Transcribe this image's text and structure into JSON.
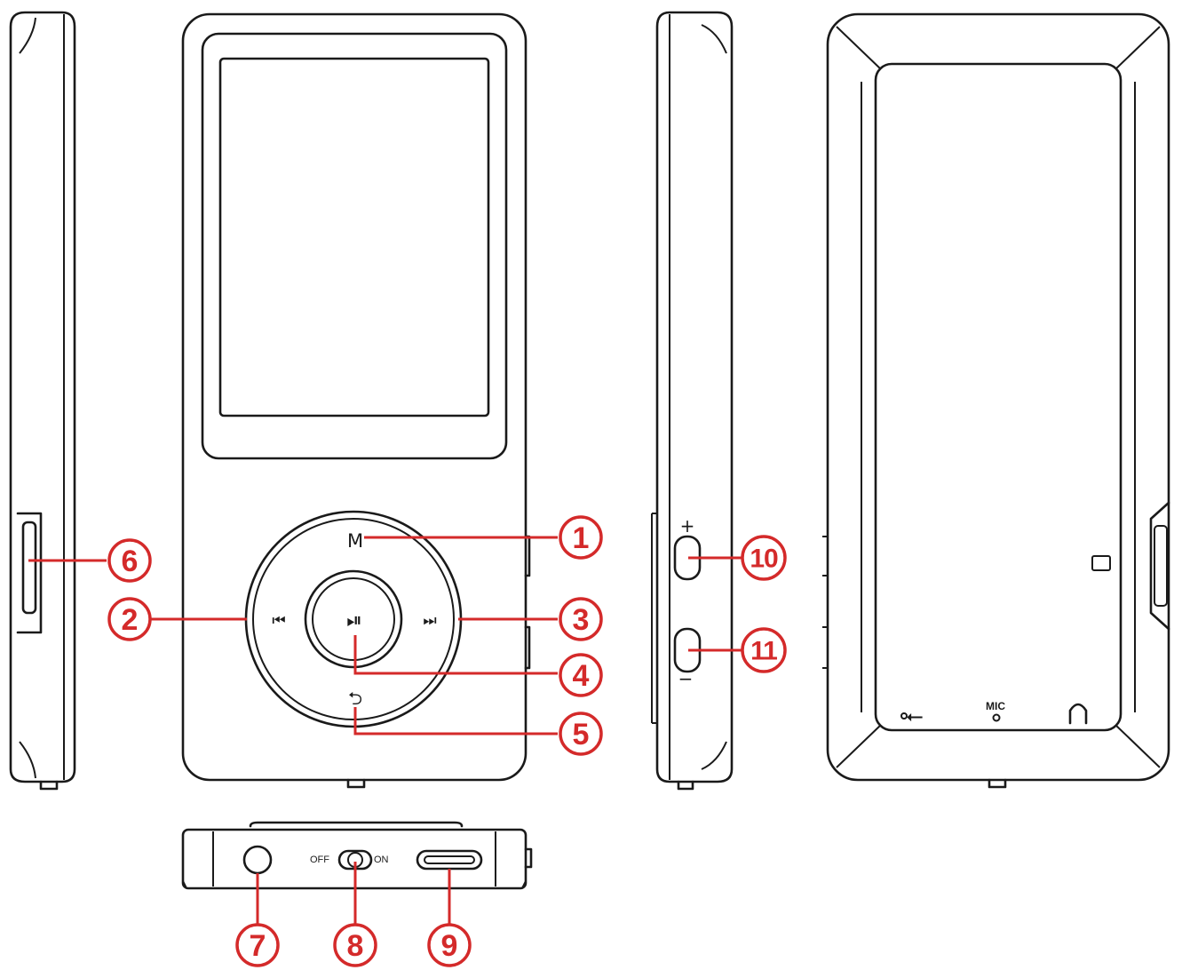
{
  "device_labels": {
    "menu": "M",
    "mic": "MIC",
    "switch_off": "OFF",
    "switch_on": "ON"
  },
  "icons": {
    "previous": "previous-track-icon",
    "next": "next-track-icon",
    "play_pause": "play-pause-icon",
    "back": "return-icon",
    "usb": "usb-icon",
    "headphone": "headphone-icon",
    "sd_card": "sd-card-icon"
  },
  "callouts": [
    "1",
    "2",
    "3",
    "4",
    "5",
    "6",
    "7",
    "8",
    "9",
    "10",
    "11"
  ],
  "colors": {
    "outline": "#1a1a1a",
    "callout": "#d42a2a"
  }
}
